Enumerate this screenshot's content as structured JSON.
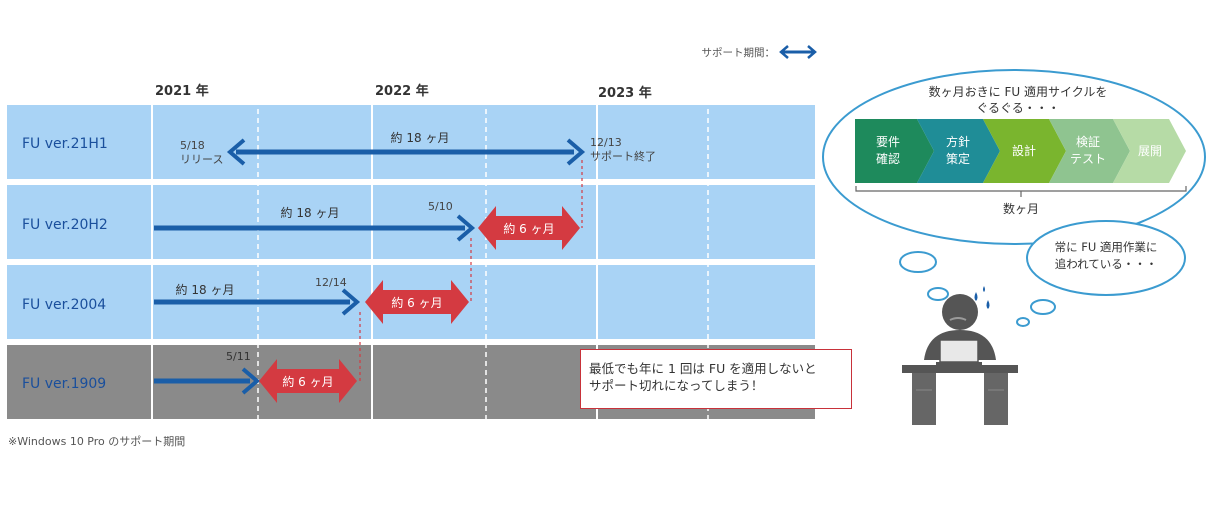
{
  "legend": {
    "label": "サポート期間："
  },
  "years": [
    "2021 年",
    "2022 年",
    "2023 年"
  ],
  "rows": [
    {
      "label": "FU ver.21H1"
    },
    {
      "label": "FU ver.20H2"
    },
    {
      "label": "FU ver.2004"
    },
    {
      "label": "FU ver.1909"
    }
  ],
  "annotations": {
    "r1_start_date": "5/18",
    "r1_start_note": "リリース",
    "r1_end_date": "12/13",
    "r1_end_note": "サポート終了",
    "r1_span": "約 18 ヶ月",
    "r2_span": "約 18 ヶ月",
    "r2_date": "5/10",
    "r2_ext": "約 6 ヶ月",
    "r3_span": "約 18 ヶ月",
    "r3_date": "12/14",
    "r3_ext": "約 6 ヶ月",
    "r4_date": "5/11",
    "r4_ext": "約 6 ヶ月"
  },
  "callout": {
    "line1": "最低でも年に 1 回は FU を適用しないと",
    "line2": "サポート切れになってしまう！"
  },
  "footnote": "※Windows 10 Pro のサポート期間",
  "thought": {
    "line1": "数ヶ月おきに FU 適用サイクルを",
    "line2": "ぐるぐる・・・",
    "steps": [
      {
        "l1": "要件",
        "l2": "確認",
        "color": "#1e8a5c"
      },
      {
        "l1": "方針",
        "l2": "策定",
        "color": "#1f8d97"
      },
      {
        "l1": "設計",
        "l2": "",
        "color": "#7ab52e"
      },
      {
        "l1": "検証",
        "l2": "テスト",
        "color": "#8fc490"
      },
      {
        "l1": "展開",
        "l2": "",
        "color": "#b6dba6"
      }
    ],
    "period": "数ヶ月"
  },
  "small_thought": {
    "line1": "常に FU 適用作業に",
    "line2": "追われている・・・"
  },
  "colors": {
    "row_active": "#a9d3f5",
    "row_expired": "#8a8a8a",
    "support_arrow": "#1a5ea8",
    "extension_arrow": "#d43a41",
    "bubble_border": "#3b9bd0",
    "label_text": "#1a4f9c"
  }
}
